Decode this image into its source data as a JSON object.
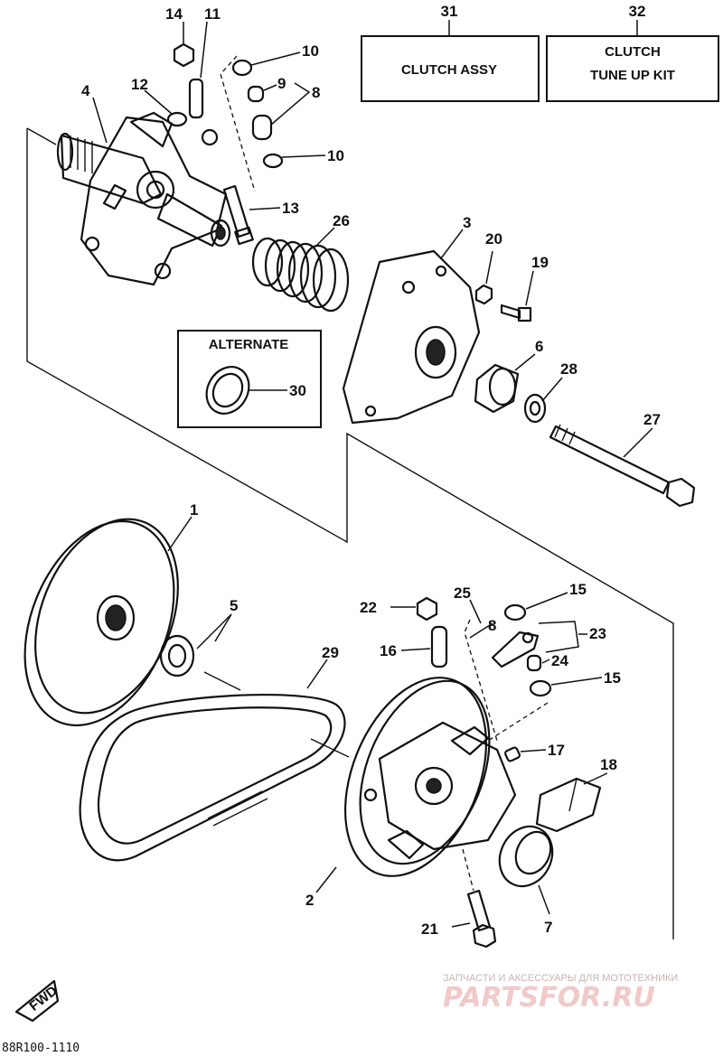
{
  "kits": [
    {
      "number": "31",
      "lines": [
        "CLUTCH ASSY"
      ]
    },
    {
      "number": "32",
      "lines": [
        "CLUTCH",
        "TUNE UP KIT"
      ]
    }
  ],
  "alternate_label": "ALTERNATE",
  "part_numbers": {
    "p1": "1",
    "p2": "2",
    "p3": "3",
    "p4": "4",
    "p5": "5",
    "p6": "6",
    "p7": "7",
    "p8a": "8",
    "p8b": "8",
    "p9": "9",
    "p10a": "10",
    "p10b": "10",
    "p11": "11",
    "p12": "12",
    "p13": "13",
    "p14": "14",
    "p15a": "15",
    "p15b": "15",
    "p16": "16",
    "p17": "17",
    "p18": "18",
    "p19": "19",
    "p20": "20",
    "p21": "21",
    "p22": "22",
    "p23": "23",
    "p24": "24",
    "p25": "25",
    "p26": "26",
    "p27": "27",
    "p28": "28",
    "p29": "29",
    "p30": "30"
  },
  "fwd_label": "FWD",
  "diagram_code": "88R100-1110",
  "watermark": {
    "line1": "ЗАПЧАСТИ И АКСЕССУАРЫ ДЛЯ МОТОТЕХНИКИ",
    "line2": "PARTSFOR.RU"
  }
}
